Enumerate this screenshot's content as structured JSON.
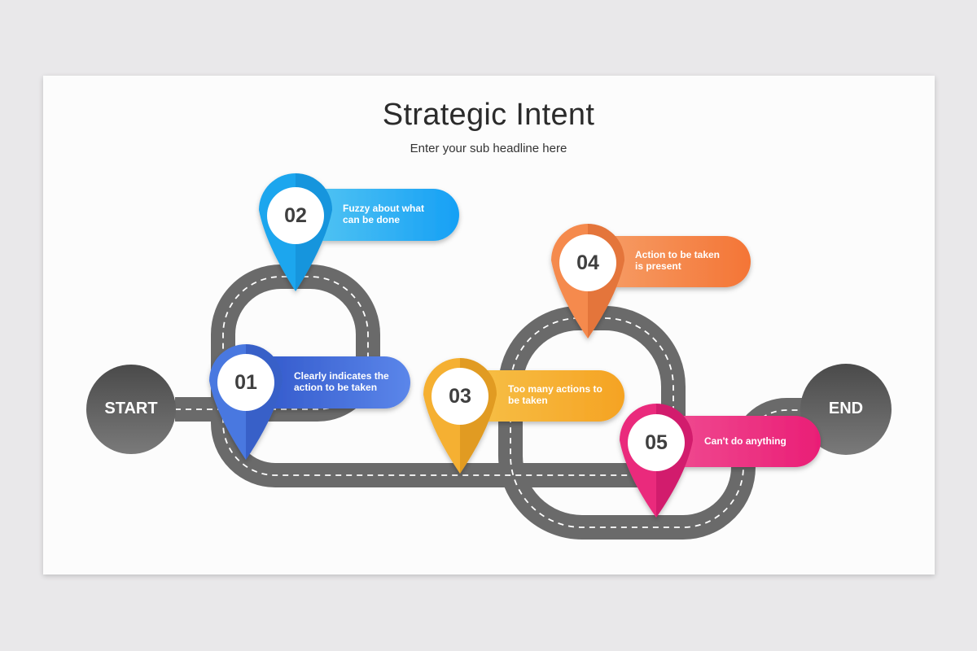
{
  "title": "Strategic Intent",
  "subtitle": "Enter your sub headline here",
  "start_label": "START",
  "end_label": "END",
  "steps": [
    {
      "number": "01",
      "text": "Clearly indicates the action to be taken",
      "color": "#4a78e0"
    },
    {
      "number": "02",
      "text": "Fuzzy about what can be done",
      "color": "#22aaf0"
    },
    {
      "number": "03",
      "text": "Too many actions to be taken",
      "color": "#f5b030"
    },
    {
      "number": "04",
      "text": "Action to be taken is present",
      "color": "#f58a4e"
    },
    {
      "number": "05",
      "text": "Can't do anything",
      "color": "#ea2a7c"
    }
  ],
  "colors": {
    "road": "#686868",
    "road_dashes": "#ffffff",
    "end_circles": "#5e5e5e"
  }
}
